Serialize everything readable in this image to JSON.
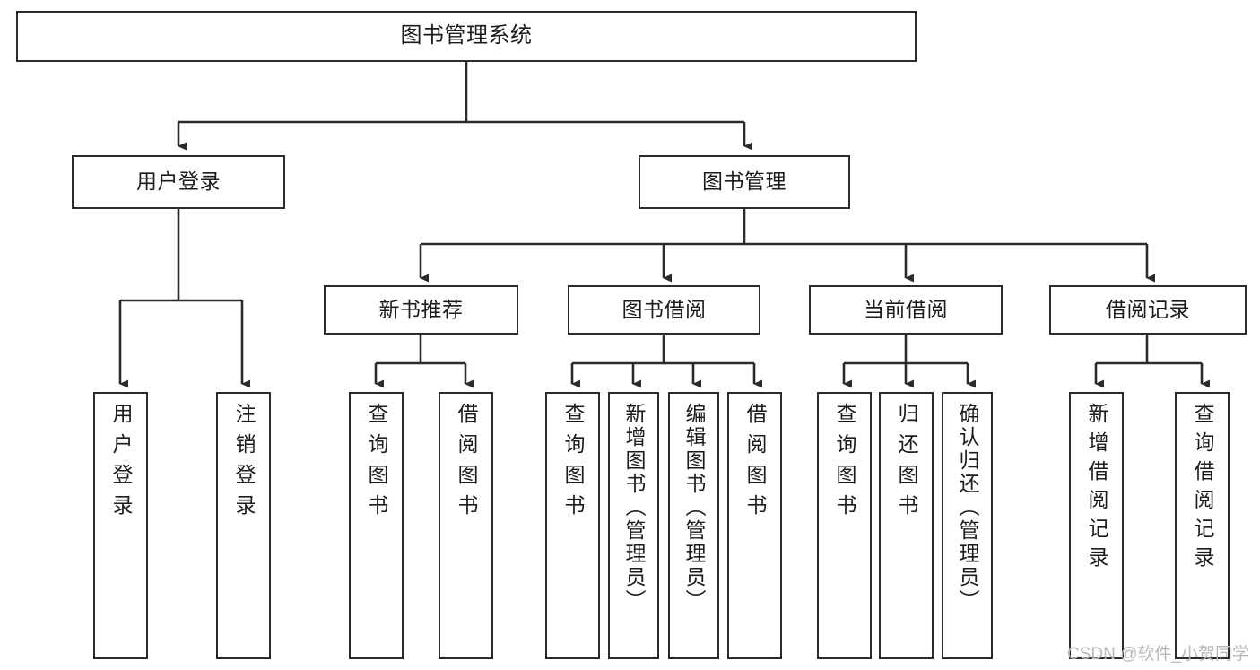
{
  "diagram": {
    "title": "图书管理系统",
    "type": "tree-hierarchy",
    "watermark": "CSDN @软件_小贺同学",
    "nodes": {
      "root": {
        "label": "图书管理系统"
      },
      "level2": [
        {
          "id": "user-login",
          "label": "用户登录"
        },
        {
          "id": "book-management",
          "label": "图书管理"
        }
      ],
      "level3": [
        {
          "id": "new-book-recommend",
          "label": "新书推荐"
        },
        {
          "id": "book-borrow",
          "label": "图书借阅"
        },
        {
          "id": "current-borrow",
          "label": "当前借阅"
        },
        {
          "id": "borrow-record",
          "label": "借阅记录"
        }
      ],
      "leaves": [
        {
          "id": "leaf-user-login",
          "label": "用户登录",
          "parent": "user-login"
        },
        {
          "id": "leaf-logout-login",
          "label": "注销登录",
          "parent": "user-login"
        },
        {
          "id": "leaf-query-book-1",
          "label": "查询图书",
          "parent": "new-book-recommend"
        },
        {
          "id": "leaf-borrow-book-1",
          "label": "借阅图书",
          "parent": "new-book-recommend"
        },
        {
          "id": "leaf-query-book-2",
          "label": "查询图书",
          "parent": "book-borrow"
        },
        {
          "id": "leaf-add-book",
          "label": "新增图书（管理员）",
          "parent": "book-borrow"
        },
        {
          "id": "leaf-edit-book",
          "label": "编辑图书（管理员）",
          "parent": "book-borrow"
        },
        {
          "id": "leaf-borrow-book-2",
          "label": "借阅图书",
          "parent": "book-borrow"
        },
        {
          "id": "leaf-query-book-3",
          "label": "查询图书",
          "parent": "current-borrow"
        },
        {
          "id": "leaf-return-book",
          "label": "归还图书",
          "parent": "current-borrow"
        },
        {
          "id": "leaf-confirm-return",
          "label": "确认归还（管理员）",
          "parent": "current-borrow"
        },
        {
          "id": "leaf-add-record",
          "label": "新增借阅记录",
          "parent": "borrow-record"
        },
        {
          "id": "leaf-query-record",
          "label": "查询借阅记录",
          "parent": "borrow-record"
        }
      ]
    },
    "colors": {
      "stroke": "#2b2b2b",
      "fill": "#ffffff",
      "text": "#1c1c1c",
      "watermark": "#b9b9b9"
    }
  }
}
